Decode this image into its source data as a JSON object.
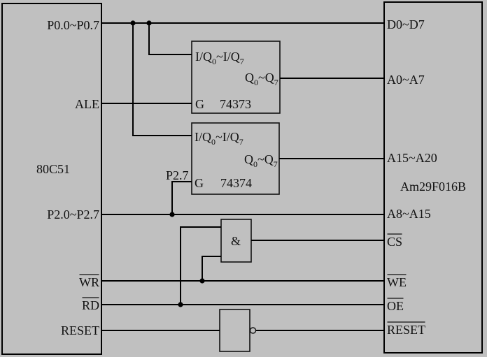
{
  "colors": {
    "background": "#c0c0c0",
    "line": "#000000"
  },
  "mcu": {
    "name": "80C51",
    "pins": {
      "p0": {
        "label": "P0.0~P0.7",
        "active_low": false
      },
      "ale": {
        "label": "ALE",
        "active_low": false
      },
      "p2": {
        "label": "P2.0~P2.7",
        "active_low": false
      },
      "wr": {
        "label": "WR",
        "active_low": true
      },
      "rd": {
        "label": "RD",
        "active_low": true
      },
      "reset": {
        "label": "RESET",
        "active_low": false
      }
    }
  },
  "latch_low": {
    "name": "74373",
    "input": {
      "a": "I/Q",
      "a_sub": "0",
      "b": "~I/Q",
      "b_sub": "7"
    },
    "output": {
      "a": "Q",
      "a_sub": "0",
      "b": "~Q",
      "b_sub": "7"
    },
    "gate_pin": "G"
  },
  "latch_high": {
    "name": "74374",
    "input": {
      "a": "I/Q",
      "a_sub": "0",
      "b": "~I/Q",
      "b_sub": "7"
    },
    "output": {
      "a": "Q",
      "a_sub": "0",
      "b": "~Q",
      "b_sub": "7"
    },
    "gate_pin": "G",
    "gate_signal": "P2.7"
  },
  "and_gate": {
    "symbol": "&"
  },
  "flash": {
    "name": "Am29F016B",
    "pins": {
      "data": {
        "label": "D0~D7",
        "active_low": false
      },
      "addr_low": {
        "label": "A0~A7",
        "active_low": false
      },
      "addr_high": {
        "label": "A15~A20",
        "active_low": false
      },
      "addr_mid": {
        "label": "A8~A15",
        "active_low": false
      },
      "cs": {
        "label": "CS",
        "active_low": true
      },
      "we": {
        "label": "WE",
        "active_low": true
      },
      "oe": {
        "label": "OE",
        "active_low": true
      },
      "reset": {
        "label": "RESET",
        "active_low": true
      }
    }
  }
}
